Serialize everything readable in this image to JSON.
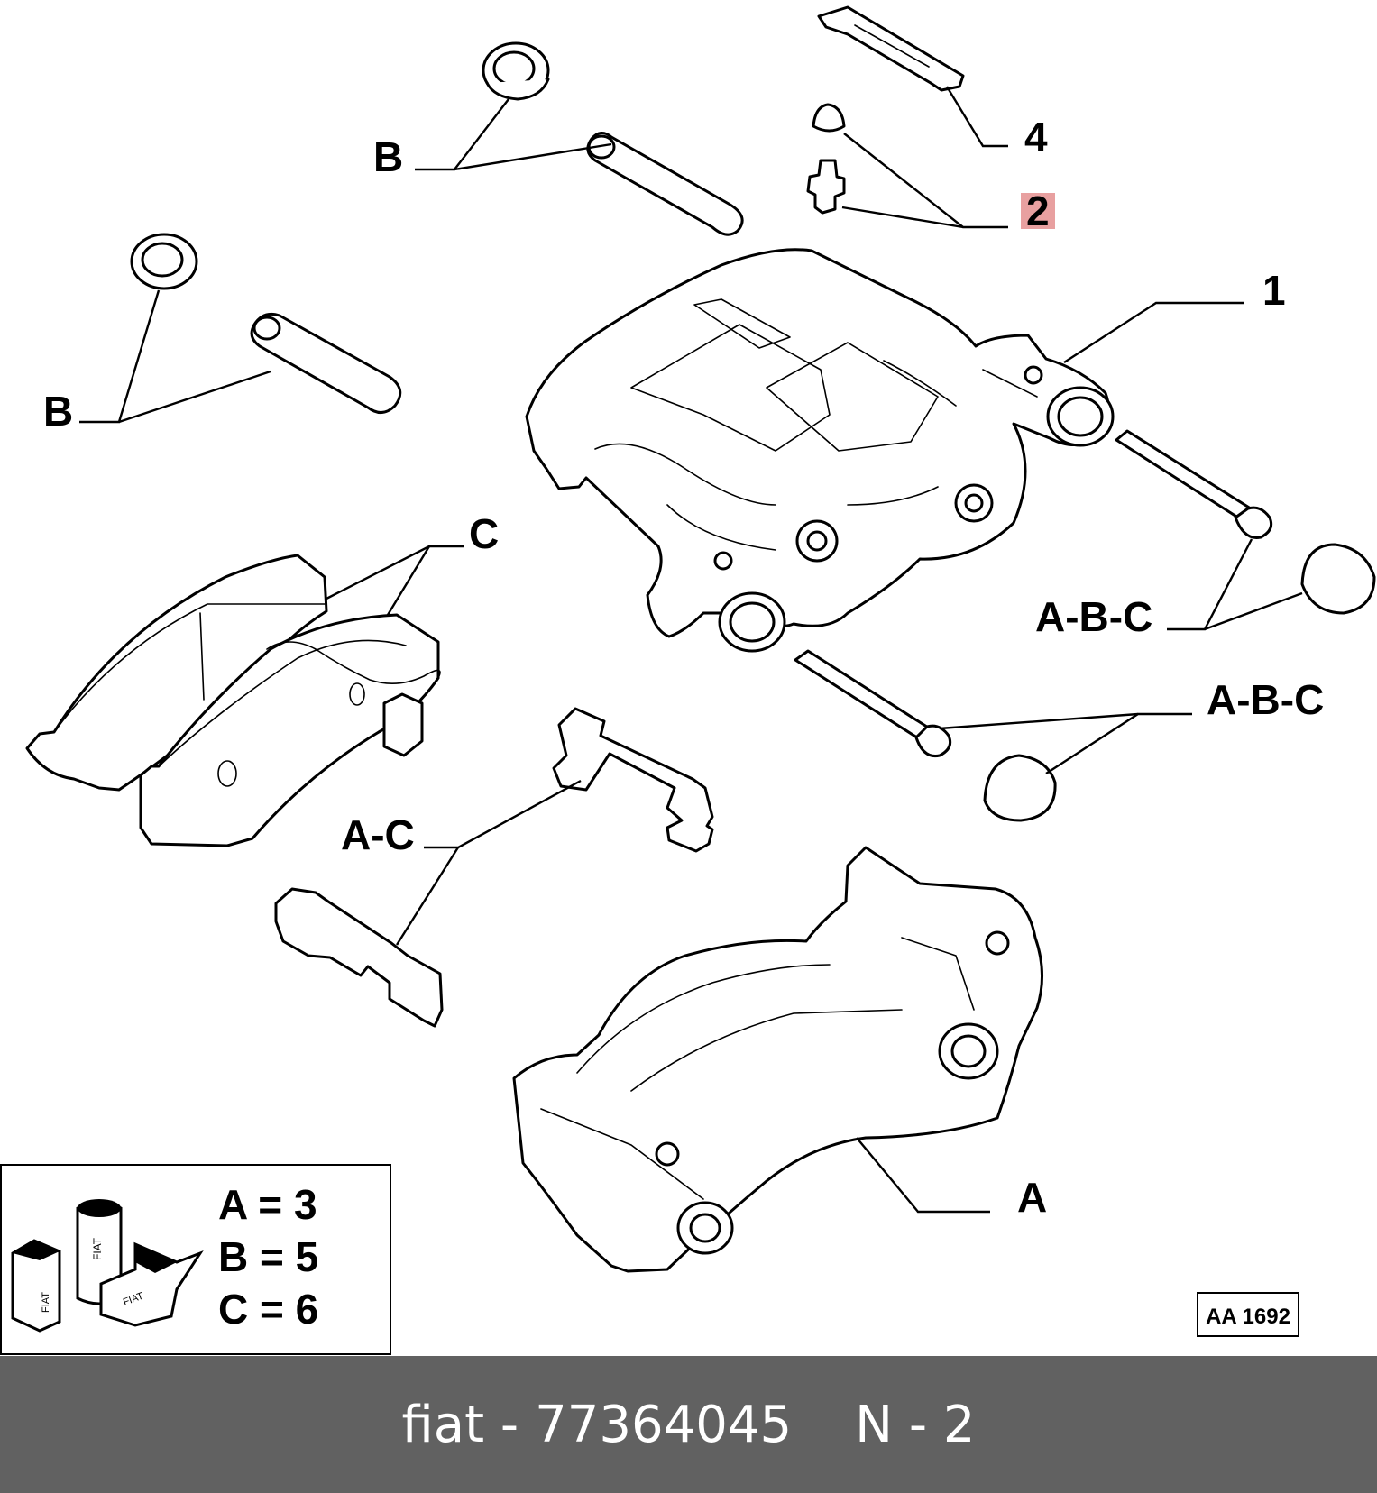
{
  "callouts": {
    "c1": "1",
    "c2": "2",
    "c4": "4",
    "b_upper": "B",
    "b_lower": "B",
    "c_pads": "C",
    "abc_upper": "A-B-C",
    "abc_lower": "A-B-C",
    "ac_clips": "A-C",
    "a_bracket": "A"
  },
  "highlight_color": "#e8a0a0",
  "legend": {
    "rows": [
      {
        "key": "A",
        "eq": "=",
        "val": "3"
      },
      {
        "key": "B",
        "eq": "=",
        "val": "5"
      },
      {
        "key": "C",
        "eq": "=",
        "val": "6"
      }
    ],
    "icon_name": "fiat-kit-boxes-icon",
    "logo_text_1": "FIAT",
    "logo_text_2": "FIAT",
    "logo_text_3": "FIAT"
  },
  "drawing_code": "AA 1692",
  "footer": {
    "brand": "fiat -",
    "part_number": "77364045",
    "position": "N - 2"
  }
}
